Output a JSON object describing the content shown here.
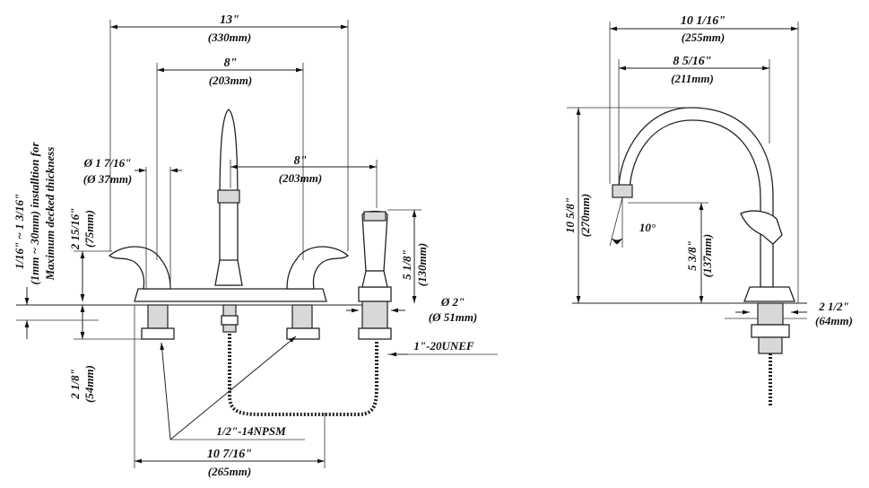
{
  "front_view": {
    "overall_width": {
      "in": "13\"",
      "mm": "(330mm)"
    },
    "handle_spread": {
      "in": "8\"",
      "mm": "(203mm)"
    },
    "spout_to_sprayer": {
      "in": "8\"",
      "mm": "(203mm)"
    },
    "hole_diameter": {
      "in": "Ø 1 7/16\"",
      "mm": "(Ø 37mm)"
    },
    "handle_height": {
      "in": "2 15/16\"",
      "mm": "(75mm)"
    },
    "deck_thickness": {
      "in": "1/16\" ~ 1 3/16\"",
      "mm": "(1mm ~ 30mm) installtion for",
      "note": "Maximum decked thickness"
    },
    "shank_length": {
      "in": "2 1/8\"",
      "mm": "(54mm)"
    },
    "sprayer_height": {
      "in": "5 1/8\"",
      "mm": "(130mm)"
    },
    "sprayer_base": {
      "in": "Ø 2\"",
      "mm": "(Ø 51mm)"
    },
    "sprayer_thread": "1\"-20UNEF",
    "supply_thread": "1/2\"-14NPSM",
    "base_width": {
      "in": "10 7/16\"",
      "mm": "(265mm)"
    }
  },
  "side_view": {
    "reach_total": {
      "in": "10 1/16\"",
      "mm": "(255mm)"
    },
    "spout_reach": {
      "in": "8 5/16\"",
      "mm": "(211mm)"
    },
    "spout_height": {
      "in": "10 5/8\"",
      "mm": "(270mm)"
    },
    "outlet_angle": "10°",
    "outlet_height": {
      "in": "5 3/8\"",
      "mm": "(137mm)"
    },
    "base_diameter": {
      "in": "2 1/2\"",
      "mm": "(64mm)"
    }
  }
}
